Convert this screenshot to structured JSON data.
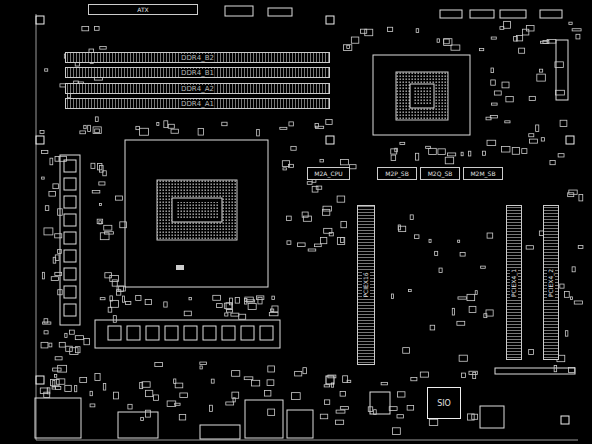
{
  "diagram": {
    "nodes": [
      {
        "text": [
          "ATX"
        ]
      },
      {
        "text": [
          "DDR4_B2"
        ]
      },
      {
        "text": [
          "DDR4_B1"
        ]
      },
      {
        "text": [
          "DDR4_A2"
        ]
      },
      {
        "text": [
          "DDR4_A1"
        ]
      },
      {
        "text": [
          "M2A_CPU"
        ]
      },
      {
        "text": [
          "M2P_SB"
        ]
      },
      {
        "text": [
          "M2Q_SB"
        ]
      },
      {
        "text": [
          "M2M_SB"
        ]
      },
      {
        "text": [
          "PCIEX16"
        ]
      },
      {
        "text": [
          "PCIEX4_1"
        ]
      },
      {
        "text": [
          "PCIEX4_2"
        ]
      },
      {
        "text": [
          "SIO"
        ]
      }
    ]
  }
}
